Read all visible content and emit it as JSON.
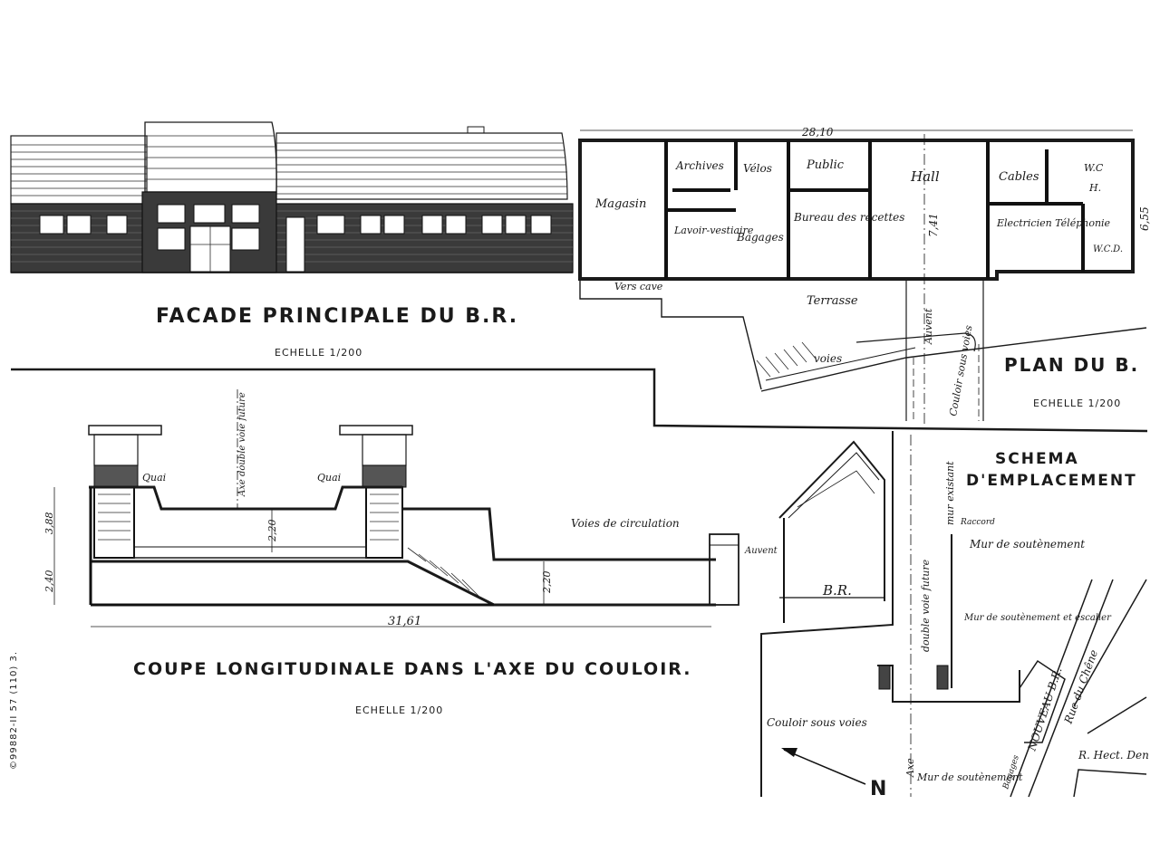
{
  "facade": {
    "title": "FACADE PRINCIPALE DU B.R.",
    "scale": "ECHELLE 1/200"
  },
  "plan": {
    "title": "PLAN DU B.",
    "scale": "ECHELLE 1/200",
    "dim_width": "28,10",
    "dim_depth": "6,55",
    "dim_hall": "7,41",
    "rooms": {
      "magasin": "Magasin",
      "archives": "Archives",
      "velos": "Vélos",
      "public": "Public",
      "hall": "Hall",
      "cables": "Cables",
      "wc": "W.C",
      "h": "H.",
      "lavoir": "Lavoir-vestiaire",
      "bagages": "Bagages",
      "bureau": "Bureau des recettes",
      "electricien": "Electricien Téléphonie",
      "wcd": "W.C.D.",
      "cave": "Vers cave",
      "terrasse": "Terrasse",
      "voies": "voies",
      "auvent": "Auvent",
      "couloir": "Couloir sous voies"
    }
  },
  "section": {
    "title": "COUPE LONGITUDINALE DANS L'AXE DU COULOIR.",
    "scale": "ECHELLE 1/200",
    "dim_length": "31,61",
    "dim_h1": "3,88",
    "dim_h2": "2,40",
    "dim_h3": "2,20",
    "dim_h4": "2,20",
    "quai_left": "Quai",
    "quai_right": "Quai",
    "axe_voie": "Axe double voie future",
    "voies_circ": "Voies de circulation",
    "auvent": "Auvent",
    "br": "B.R."
  },
  "site": {
    "title_line1": "SCHEMA",
    "title_line2": "D'EMPLACEMENT",
    "double_voie": "double voie future",
    "mur_existant": "mur existant",
    "raccord": "Raccord",
    "mur_soutenement": "Mur de soutènement",
    "mur_escalier": "Mur de soutènement et escalier",
    "nouveau_br": "NOUVEAU B.R.",
    "rue_chene": "Rue du Chêne",
    "rue_hect": "R. Hect. Den",
    "couloir": "Couloir sous voies",
    "axe": "Axe",
    "mur_bas": "Mur de soutènement",
    "bagages": "Bagages",
    "north": "N"
  },
  "margin_note": "©99882-II 57 (110) 3."
}
